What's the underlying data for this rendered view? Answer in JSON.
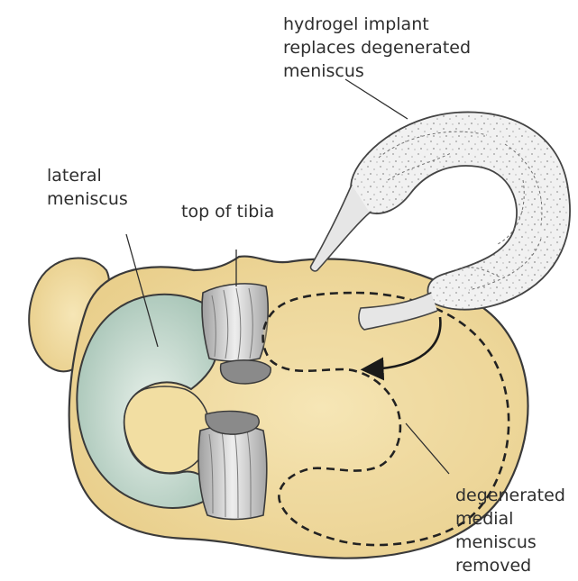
{
  "labels": {
    "implant": [
      "hydrogel implant",
      "replaces degenerated",
      "meniscus"
    ],
    "lateral": [
      "lateral",
      "meniscus"
    ],
    "tibia": "top of tibia",
    "medial": [
      "degenerated",
      "medial",
      "meniscus",
      "removed"
    ]
  },
  "colors": {
    "bone": "#f2dea2",
    "bone_shadow": "#dcc27a",
    "outline": "#3a3a3a",
    "lateral_meniscus": "#cfe0d6",
    "ligament": "#c8c8c8",
    "implant": "#ececec",
    "text": "#2e2e2e"
  }
}
